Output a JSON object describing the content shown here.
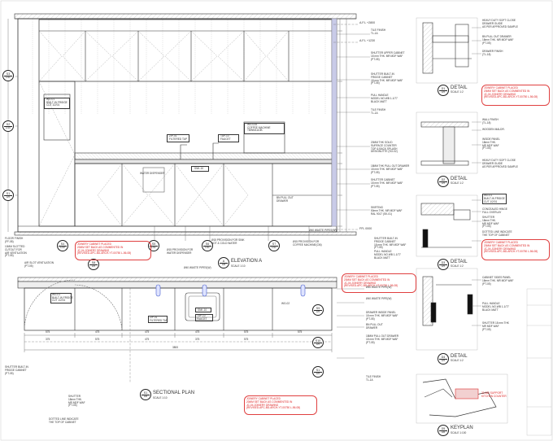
{
  "elevation": {
    "levels": {
      "top": "A.F.L +2800",
      "upper": "A.F.L +1230",
      "floor": "FFL 0000"
    },
    "wg02": [
      "WG-02A",
      "COFFEE MACHINE",
      "TBWM1110B"
    ],
    "wg01": [
      "WG-01",
      "BUILT-IN FRIDGE",
      "CUT 1/2/01"
    ],
    "zip": [
      "ZIP-01",
      "FILTERED TAP"
    ],
    "tap": [
      "TAP-10",
      "FAUCET"
    ],
    "snk": "SNK-10",
    "water_dispenser": "WATER DISPENSER",
    "pull_out": [
      "BN PULL OUT",
      "DRAWER"
    ],
    "labels_right": [
      "TILE FINISH\nTL-1A",
      "SHUTTER UPPER CABINET\n18 mm THK. MR MDF WAF\n(PT-05)",
      "SHUTTER BUILT-IN\nFRIDGE CABINET\n18 mm THK. MR MDF WAF\n(PT-05)",
      "PULL HANDLE\nMODEL NO.WB 1-1/77\nBLACK MATT",
      "TILE FINISH\nTL-1A",
      "20MM THK SOLID\nSURFACE COUNTER\nTOP & BACK SPLASH\nDESIGNUTTE (SO-02)",
      "18MM THK PULL OUT DRAWER\n18 mm THK. MR MDF WAF\n(PT-05)",
      "SHUTTER CABINET\n18 mm THK. MR MDF WAF\n(PT-05)",
      "SKIRTING\n50mm THK. MR MDF WAF\nRAL 9017 (SK-01)"
    ],
    "labels_left": [
      "FLOOR FINISH\n(FF-08)",
      "10MM SLOTTED\nCUTOUT FOR\nAIR VENTILATION\n(PT-05)"
    ],
    "title": "ELEVATION A",
    "title_code": "A",
    "title_sheet": "D8",
    "scale": "SCALE 1:10",
    "provision_notes": [
      "Ø15 PROVISION FOR SINK\nHOT & COLD WATER",
      "Ø15 PROVISION FOR\nWATER DISPENSER",
      "Ø40 WASTE PIPES(W)",
      "Ø15 PROVISION FOR\nCOFFEE MACHINE(CM)",
      "Ø40 WASTE PIPES(W)"
    ]
  },
  "bubbles": [
    {
      "a": "S3",
      "b": "D11"
    },
    {
      "a": "S2",
      "b": "D10"
    },
    {
      "a": "S1",
      "b": "D9"
    },
    {
      "a": "S4",
      "b": "D10"
    },
    {
      "a": "S5",
      "b": "D11"
    },
    {
      "a": "S6",
      "b": "D11"
    },
    {
      "a": "S7",
      "b": "D11"
    },
    {
      "a": "S8",
      "b": "D9"
    },
    {
      "a": "S9",
      "b": "D9"
    },
    {
      "a": "S10",
      "b": "D9"
    },
    {
      "a": "S1",
      "b": "D9"
    }
  ],
  "redline_note": "JOINERY CABINET PLACED\n20MM SET BACK AS COMMENTED IN\nJC-04 JOINERY DRAWING\n(REVISED-APC-BD-ARCH-YT-00750 L-56-08)",
  "plan": {
    "title": "SECTIONAL PLAN",
    "title_code": "S1",
    "title_sheet": "D8",
    "scale": "SCALE 1:10",
    "dims": [
      "575",
      "475",
      "475",
      "475",
      "575",
      "575",
      "375",
      "575",
      "475",
      "375",
      "575",
      "3800"
    ],
    "labels_left": [
      "AIR SLOT VENTILATION\n(PT-05)",
      "SHUTTER BUILT-IN\nFRIDGE CABINET\n(PT-05)",
      "SHUTTER\n18mm THK.\nMR MDF WAF\n(PT-05)",
      "DOTTED LINE INDICATE\nTHE TOP OF CABINET"
    ],
    "labels_right": [
      "Ø40 WASTE PIPE(W)",
      "DRAWER INSIDE PANEL\n18 mm THK. MR MDF WAF\n(PT-05)",
      "BN PULL OUT\nDRAWER",
      "18MM PULL OUT DRAWER\n18 mm THK. MR MDF WAF\n(PT-05)",
      "TILE FINISH\nTL-1A"
    ],
    "wg01": [
      "WG-01",
      "BUILT-IN FRIDGE",
      "CUT 1/2/01"
    ],
    "zip": [
      "ZIP-01",
      "FILTERED TAP"
    ],
    "tap": [
      "TAP-10",
      "FAUCET"
    ],
    "snk": "SNK-10",
    "wg02": "WG-02"
  },
  "mid_labels": [
    "SHUTTER BUILT-IN\nFRIDGE CABINET\n18 mm THK. MR MDF WAF\n(PT-05)",
    "PULL HANDLE\nMODEL NO.WB 1-1/77\nBLACK MATT",
    "Ø40 WASTE PIPE(W)"
  ],
  "details": [
    {
      "num": "D1",
      "sheet": "D9",
      "title": "DETAIL",
      "scale": "SCALE 1:2"
    },
    {
      "num": "D2",
      "sheet": "D9",
      "title": "DETAIL",
      "scale": "SCALE 1:2"
    },
    {
      "num": "D3",
      "sheet": "D9",
      "title": "DETAIL",
      "scale": "SCALE 1:2"
    },
    {
      "num": "D4",
      "sheet": "D9",
      "title": "DETAIL",
      "scale": "SCALE 1:2"
    }
  ],
  "detail_labels": [
    "HEAVY DUTY SOFT CLOSE\nDRAWER GUIDE\nAS PER APPROVED SAMPLE",
    "BN PULL OUT DRAWER\n18mm THK. MR MDF WAF\n(PT-05)",
    "DRAWER FINISH\n(TL-18)",
    "WALL FINISH\n(TL-18)",
    "WOODEN MALDR.",
    "INSIDE PANEL\n18mm THK.\nMR MDF WAF\n(PT-05)",
    "HEAVY DUTY SOFT CLOSE\nDRAWER GUIDE\nAS PER APPROVED SAMPLE",
    "WG-01\nBUILT-IN FRIDGE\nCUT 1/2/01",
    "CONCEALED HINGE\nFULL OVERLAY",
    "SHUTTER\n18mm THK.\nMR MDF WAF\n(PT-05)",
    "DOTTED LINE INDICATE\nTHE TOP OF CABINET",
    "CABINET SIDES PANEL\n18mm THK. MR MDF WAF\n(PT-05)",
    "PULL HANDLE\nMODEL NO.WB 1-1/77\nBLACK MATT",
    "SHUTTER 18 mm THK\nMR MDF WAF\n(PT-05)"
  ],
  "keyplan": {
    "num": "D5",
    "sheet": "D8",
    "title": "KEYPLAN",
    "scale": "SCALE 1:100",
    "note": "20-BID SUPPORT\nKITCHEN COUNTER"
  }
}
